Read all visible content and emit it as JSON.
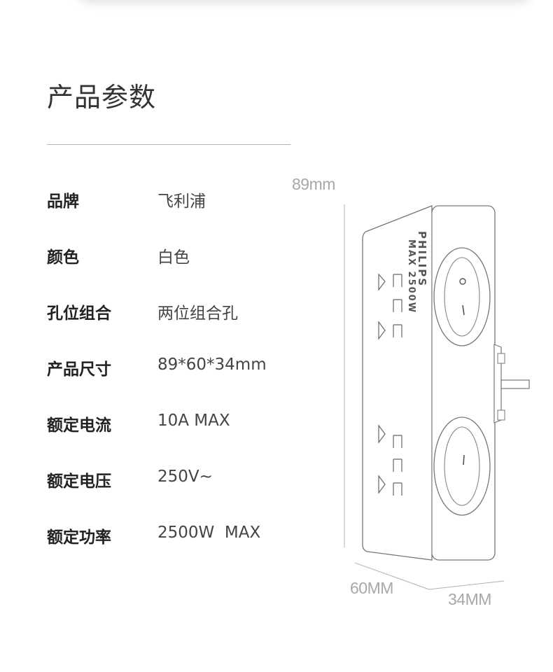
{
  "header": {
    "title": "产品参数"
  },
  "specs": [
    {
      "label": "品牌",
      "value": "飞利浦"
    },
    {
      "label": "颜色",
      "value": "白色"
    },
    {
      "label": "孔位组合",
      "value": "两位组合孔"
    },
    {
      "label": "产品尺寸",
      "value": "89*60*34mm"
    },
    {
      "label": "额定电流",
      "value": "10A MAX"
    },
    {
      "label": "额定电压",
      "value": "250V~"
    },
    {
      "label": "额定功率",
      "value": "2500W  MAX"
    }
  ],
  "dimensions": {
    "height": "89mm",
    "width": "60MM",
    "depth": "34MM"
  },
  "product": {
    "brand_print": "PHILIPS",
    "rating_print": "MAX 2500W"
  },
  "colors": {
    "title": "#333333",
    "label": "#222222",
    "value": "#444444",
    "dimension": "#a8a8a8",
    "rule": "#b5b5b5"
  }
}
